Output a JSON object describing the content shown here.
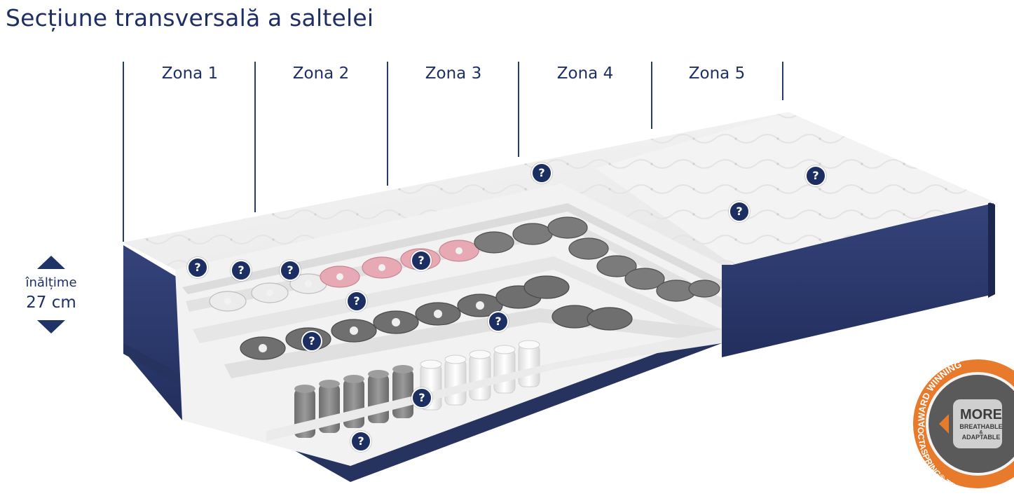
{
  "title": "Secțiune transversală a saltelei",
  "zones": [
    {
      "label": "Zona 1"
    },
    {
      "label": "Zona 2"
    },
    {
      "label": "Zona 3"
    },
    {
      "label": "Zona 4"
    },
    {
      "label": "Zona 5"
    }
  ],
  "height_widget": {
    "label": "înălțime",
    "value": "27 cm"
  },
  "hotspot_glyph": "?",
  "badge": {
    "top_text": "AWARD WINNING",
    "center_line1": "MORE",
    "center_line2": "BREATHABLE",
    "center_line3": "&",
    "center_line4": "ADAPTABLE",
    "bottom_text": "OCTASPRING® TECHNOLOGY"
  },
  "colors": {
    "brand_navy": "#1e2f66",
    "fabric_navy": "#2c3a6e",
    "pink_foam": "#e7a9b3",
    "badge_orange": "#e87a2c"
  }
}
